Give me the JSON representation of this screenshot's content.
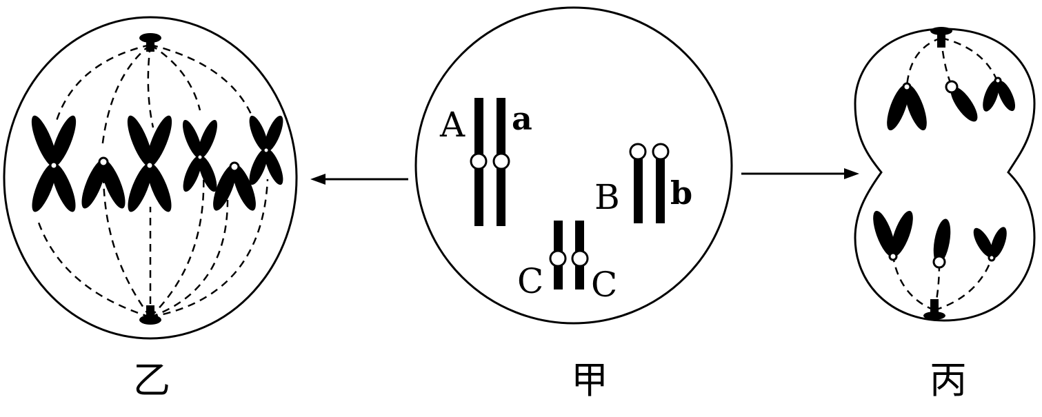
{
  "panels": {
    "left": {
      "caption": "乙"
    },
    "center": {
      "caption": "甲",
      "genes": {
        "A": "A",
        "a": "a",
        "B": "B",
        "b": "b",
        "C1": "C",
        "C2": "C"
      }
    },
    "right": {
      "caption": "丙"
    }
  }
}
